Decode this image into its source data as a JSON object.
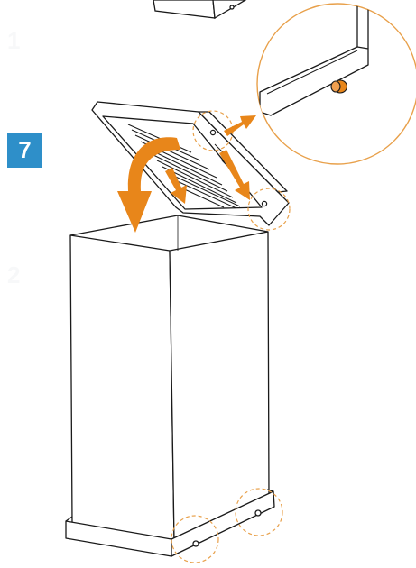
{
  "step": {
    "number": "7",
    "badge_color": "#2e8fc9"
  },
  "background_step_numbers": [
    "1",
    "2"
  ],
  "colors": {
    "line": "#1a1a1a",
    "accent": "#e8861a",
    "callout": "#e8a04a",
    "hole": "#7a7a7a"
  },
  "icons": {
    "rotate_arrow": "curved-arrow-icon",
    "slide_arrow": "straight-arrow-icon",
    "detail": "magnified-detail-icon",
    "screw": "screw-icon"
  }
}
